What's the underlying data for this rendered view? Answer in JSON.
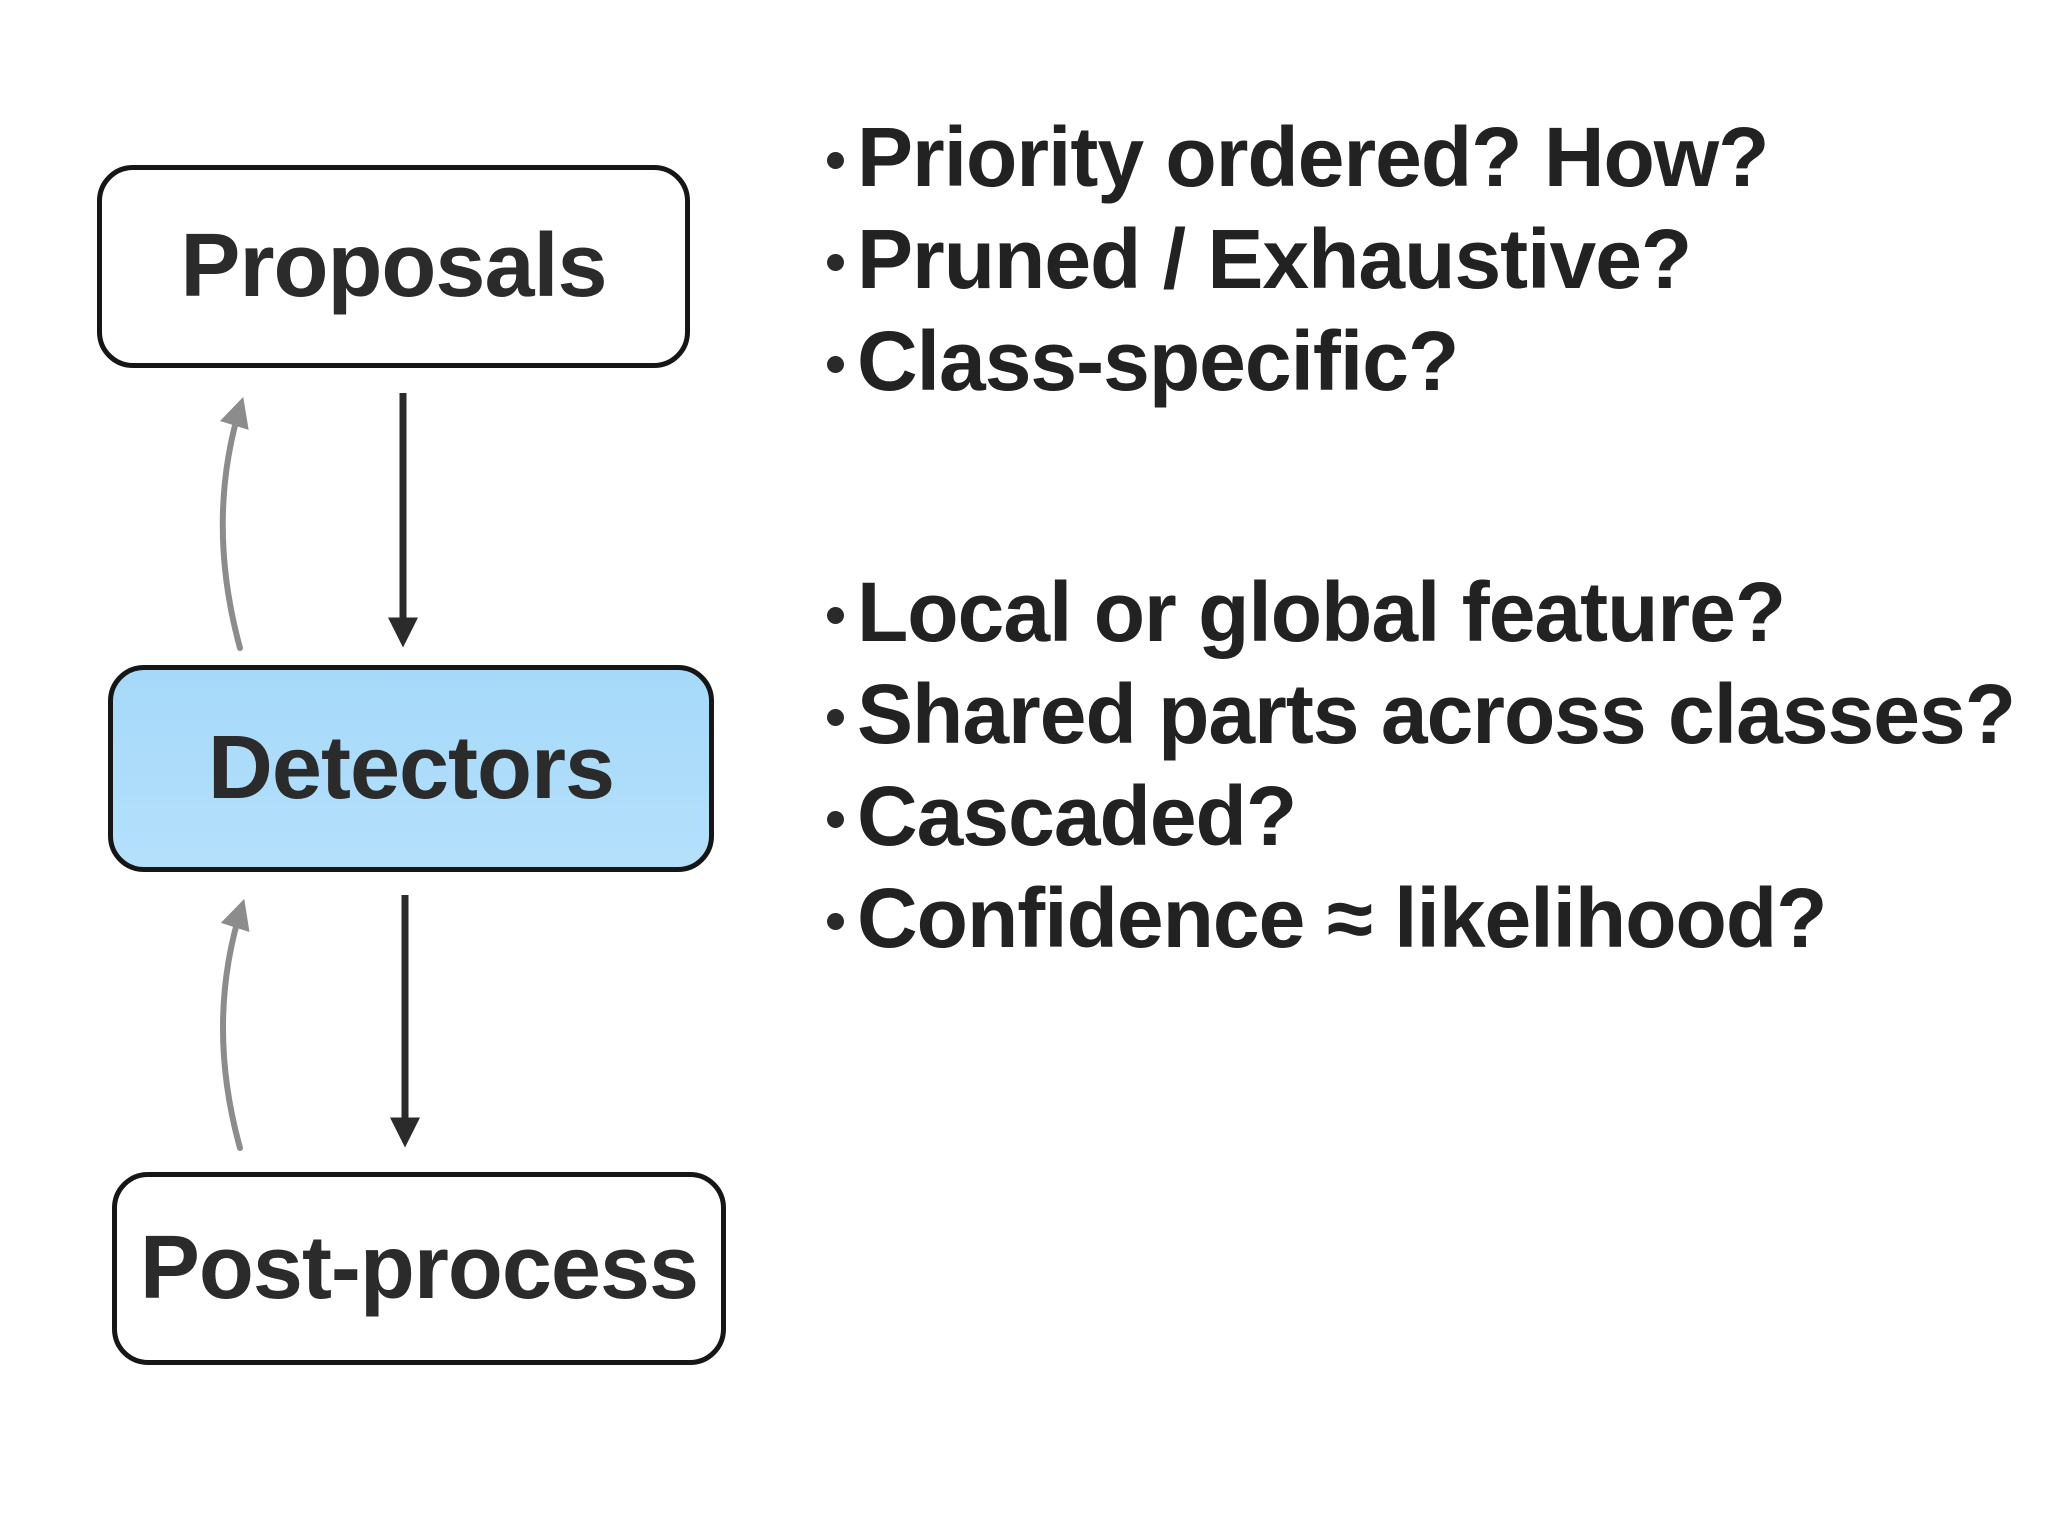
{
  "diagram": {
    "nodes": [
      {
        "id": "proposals",
        "label": "Proposals",
        "highlighted": false
      },
      {
        "id": "detectors",
        "label": "Detectors",
        "highlighted": true
      },
      {
        "id": "postprocess",
        "label": "Post-process",
        "highlighted": false
      }
    ],
    "flow": [
      {
        "from": "proposals",
        "to": "detectors",
        "style": "forward-black"
      },
      {
        "from": "detectors",
        "to": "proposals",
        "style": "feedback-gray"
      },
      {
        "from": "detectors",
        "to": "postprocess",
        "style": "forward-black"
      },
      {
        "from": "postprocess",
        "to": "detectors",
        "style": "feedback-gray"
      }
    ]
  },
  "bullet_groups": [
    {
      "items": [
        "Priority ordered? How?",
        "Pruned / Exhaustive?",
        "Class-specific?"
      ]
    },
    {
      "items": [
        "Local or global feature?",
        "Shared parts across classes?",
        "Cascaded?",
        "Confidence ≈ likelihood?"
      ]
    }
  ],
  "colors": {
    "background": "#ffffff",
    "box_border": "#161616",
    "detectors_fill": "#a9dcfa",
    "text": "#222222",
    "arrow_black": "#2b2b2b",
    "arrow_gray": "#8c8c8c"
  }
}
